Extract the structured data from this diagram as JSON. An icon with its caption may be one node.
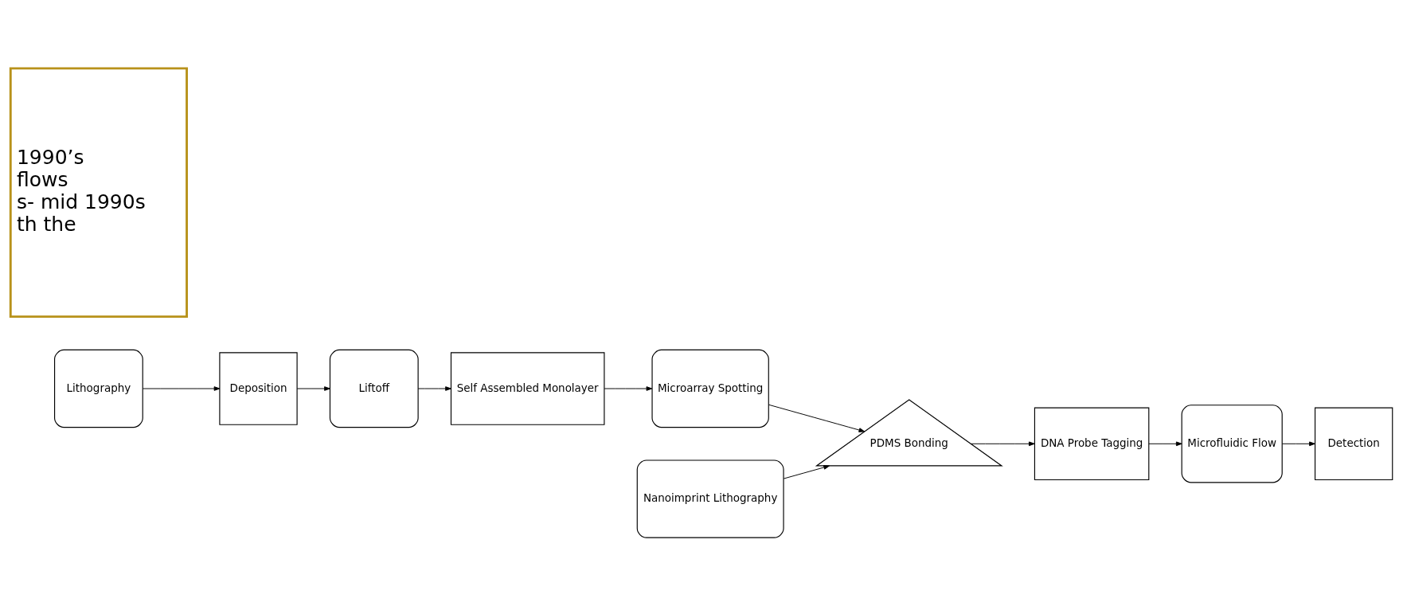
{
  "diagram": {
    "nodes": [
      {
        "text": [
          "Lithography"
        ]
      },
      {
        "text": [
          "Deposition"
        ]
      },
      {
        "text": [
          "Liftoff"
        ]
      },
      {
        "text": [
          "Self Assembled Monolayer"
        ]
      },
      {
        "text": [
          "Microarray Spotting"
        ]
      },
      {
        "text": [
          "1990’s",
          "flows",
          "s- mid 1990s",
          "th the"
        ]
      },
      {
        "text": [
          "Nanoimprint Lithography"
        ]
      },
      {
        "text": [
          "PDMS Bonding"
        ]
      },
      {
        "text": [
          "DNA Probe Tagging"
        ]
      },
      {
        "text": [
          "Microfluidic Flow"
        ]
      },
      {
        "text": [
          "Detection"
        ]
      }
    ],
    "edges": [
      {
        "from": 0,
        "to": 1,
        "arrow": "to"
      },
      {
        "from": 1,
        "to": 2,
        "arrow": "to"
      },
      {
        "from": 2,
        "to": 3,
        "arrow": "to"
      },
      {
        "from": 3,
        "to": 4,
        "arrow": "to"
      },
      {
        "from": 4,
        "to": 7,
        "arrow": "to"
      },
      {
        "from": 6,
        "to": 7,
        "arrow": "to"
      },
      {
        "from": 7,
        "to": 8,
        "arrow": "to"
      },
      {
        "from": 8,
        "to": 9,
        "arrow": "to"
      },
      {
        "from": 9,
        "to": 10,
        "arrow": "to"
      }
    ]
  }
}
